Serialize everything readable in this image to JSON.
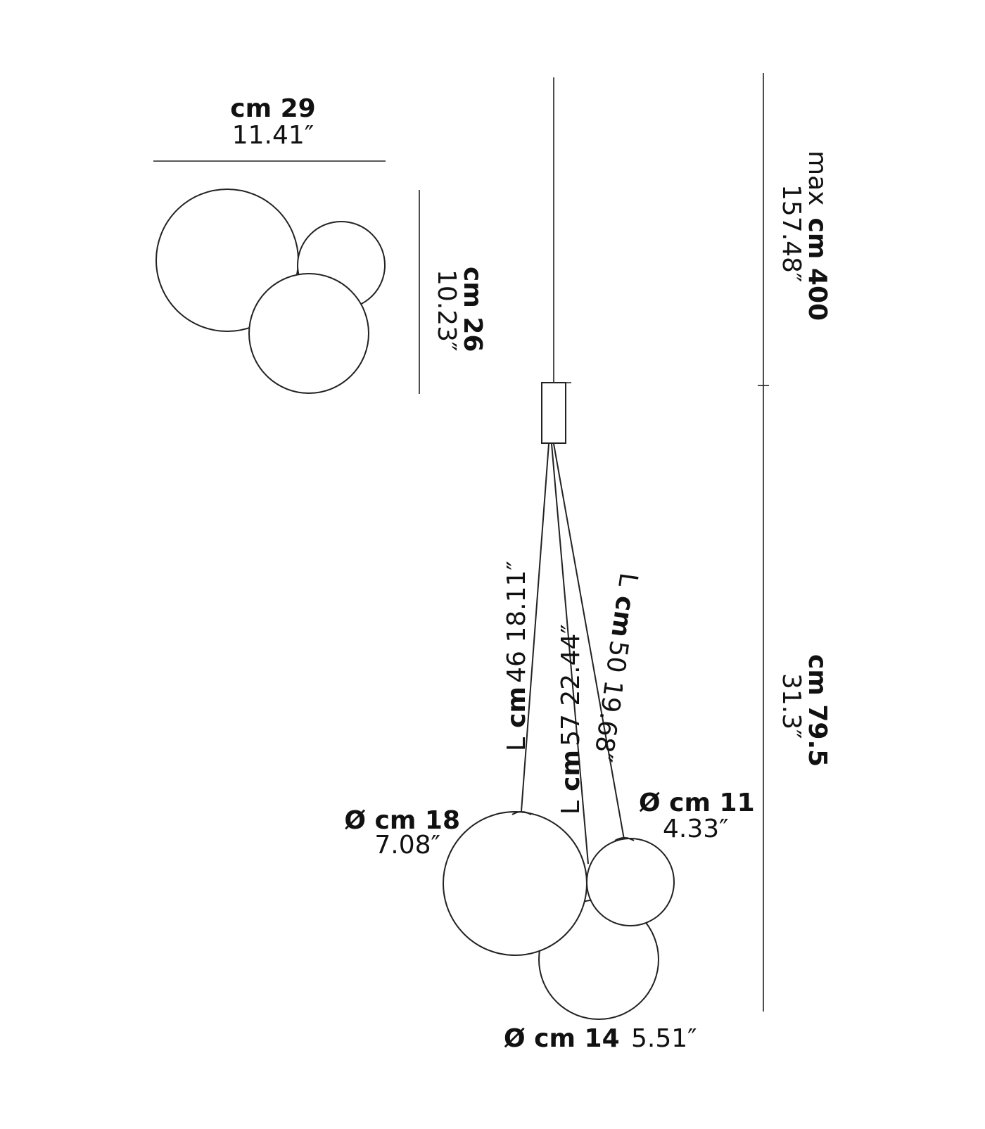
{
  "top_view": {
    "width_cm": "cm 29",
    "width_in": "11.41″",
    "depth_cm": "cm 26",
    "depth_in": "10.23″"
  },
  "side_view": {
    "cable_prefix": "max",
    "cable_cm": "cm 400",
    "cable_in": "157.48″",
    "body_cm": "cm 79.5",
    "body_in": "31.3″",
    "wire_prefix": "L",
    "wire_left_cm": "cm",
    "wire_left_val": " 46 18.11″",
    "wire_mid_cm": "cm",
    "wire_mid_val": " 57 22.44″",
    "wire_right_cm": "cm",
    "wire_right_val": " 50 19.68″",
    "sphere_large_cm": "Ø cm 18",
    "sphere_large_in": "7.08″",
    "sphere_small_cm": "Ø cm 11",
    "sphere_small_in": "4.33″",
    "sphere_medium_cm": "Ø cm 14",
    "sphere_medium_in": "5.51″"
  }
}
